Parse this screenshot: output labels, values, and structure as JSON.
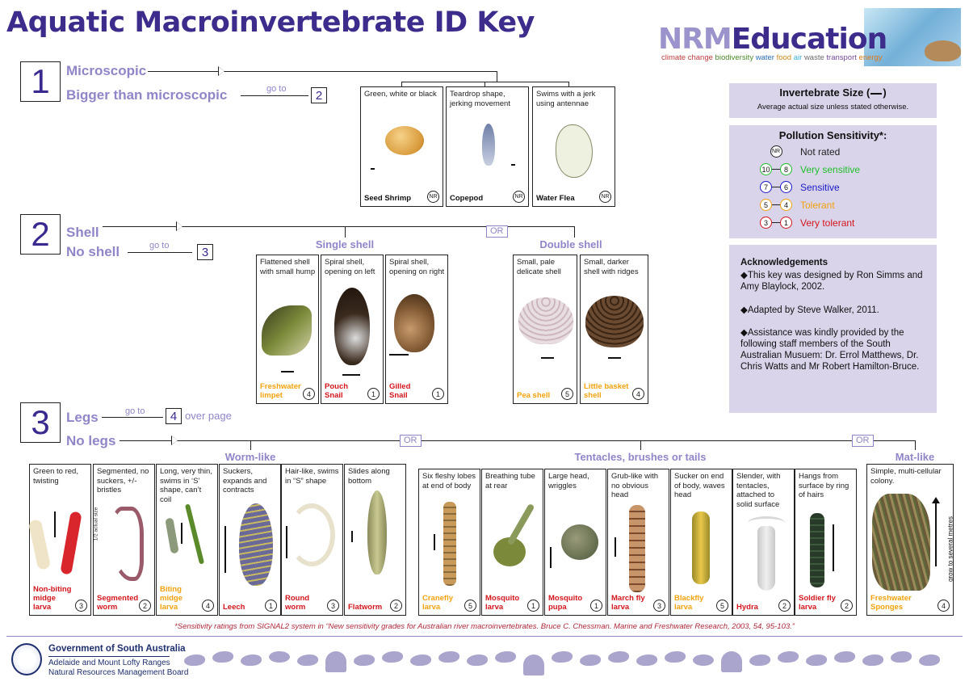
{
  "title": "Aquatic Macroinvertebrate ID Key",
  "brand": {
    "nrm": "NRM",
    "education": "Education",
    "tagline": [
      {
        "text": "climate change",
        "color": "#c23b3b"
      },
      {
        "text": "biodiversity",
        "color": "#4a8a2a"
      },
      {
        "text": "water",
        "color": "#2a6fb8"
      },
      {
        "text": "food",
        "color": "#c98a1a"
      },
      {
        "text": "air",
        "color": "#3aaed8"
      },
      {
        "text": "waste",
        "color": "#6a6a6a"
      },
      {
        "text": "transport",
        "color": "#7a4aa0"
      },
      {
        "text": "energy",
        "color": "#e07a1a"
      }
    ]
  },
  "step1": {
    "num": "1",
    "choice_a": "Microscopic",
    "choice_b": "Bigger than microscopic",
    "goto": "go  to",
    "goto_num": "2",
    "cards": [
      {
        "desc": "Green, white or black",
        "name": "Seed Shrimp",
        "rate": "NR"
      },
      {
        "desc": "Teardrop shape, jerking movement",
        "name": "Copepod",
        "rate": "NR"
      },
      {
        "desc": "Swims with a jerk using antennae",
        "name": "Water Flea",
        "rate": "NR"
      }
    ]
  },
  "step2": {
    "num": "2",
    "choice_a": "Shell",
    "choice_b": "No shell",
    "goto": "go  to",
    "goto_num": "3",
    "or": "OR",
    "single": "Single shell",
    "double": "Double shell",
    "cards": [
      {
        "desc": "Flattened shell with small hump",
        "name": "Freshwater limpet",
        "rate": "4",
        "cls": "c-or"
      },
      {
        "desc": "Spiral shell, opening on left",
        "name": "Pouch Snail",
        "rate": "1",
        "cls": "c-red"
      },
      {
        "desc": "Spiral shell, opening on right",
        "name": "Gilled Snail",
        "rate": "1",
        "cls": "c-red"
      },
      {
        "desc": "Small, pale delicate shell",
        "name": "Pea shell",
        "rate": "5",
        "cls": "c-or"
      },
      {
        "desc": "Small, darker shell with ridges",
        "name": "Little basket shell",
        "rate": "4",
        "cls": "c-or"
      }
    ]
  },
  "step3": {
    "num": "3",
    "choice_a": "Legs",
    "choice_b": "No legs",
    "goto": "go  to",
    "goto_num": "4",
    "over_page": "over page",
    "or": "OR",
    "worm": "Worm-like",
    "tent": "Tentacles, brushes or tails",
    "mat": "Mat-like",
    "half_size": "1/2 actual size",
    "grow": "grow to several metres",
    "cards": [
      {
        "desc": "Green to red, twisting",
        "name": "Non-biting midge larva",
        "rate": "3",
        "cls": "c-red"
      },
      {
        "desc": "Segmented, no suckers, +/- bristles",
        "name": "Segmented worm",
        "rate": "2",
        "cls": "c-red"
      },
      {
        "desc": "Long, very thin, swims in ‘S’ shape, can’t coil",
        "name": "Biting midge larva",
        "rate": "4",
        "cls": "c-or"
      },
      {
        "desc": "Suckers, expands and contracts",
        "name": "Leech",
        "rate": "1",
        "cls": "c-red"
      },
      {
        "desc": "Hair-like, swims in “S” shape",
        "name": "Round worm",
        "rate": "3",
        "cls": "c-red"
      },
      {
        "desc": "Slides along bottom",
        "name": "Flatworm",
        "rate": "2",
        "cls": "c-red"
      },
      {
        "desc": "Six fleshy lobes at end of body",
        "name": "Cranefly larva",
        "rate": "5",
        "cls": "c-or"
      },
      {
        "desc": "Breathing tube at rear",
        "name": "Mosquito larva",
        "rate": "1",
        "cls": "c-red"
      },
      {
        "desc": "Large head, wriggles",
        "name": "Mosquito pupa",
        "rate": "1",
        "cls": "c-red"
      },
      {
        "desc": "Grub-like with no obvious head",
        "name": "March fly larva",
        "rate": "3",
        "cls": "c-red"
      },
      {
        "desc": "Sucker on end of body, waves head",
        "name": "Blackfly larva",
        "rate": "5",
        "cls": "c-or"
      },
      {
        "desc": "Slender, with tentacles, attached to solid surface",
        "name": "Hydra",
        "rate": "2",
        "cls": "c-red"
      },
      {
        "desc": "Hangs from surface by ring of hairs",
        "name": "Soldier fly larva",
        "rate": "2",
        "cls": "c-red"
      },
      {
        "desc": "Simple, multi-cellular colony.",
        "name": "Freshwater Sponges",
        "rate": "4",
        "cls": "c-or"
      }
    ]
  },
  "size_panel": {
    "title": "Invertebrate Size (",
    "title_end": ")",
    "note": "Average actual size unless stated otherwise."
  },
  "pollution": {
    "title": "Pollution Sensitivity*:",
    "rows": [
      {
        "a": "NR",
        "b": "",
        "label": "Not rated",
        "color": "#222"
      },
      {
        "a": "10",
        "b": "8",
        "label": "Very sensitive",
        "color": "#1fbf2a"
      },
      {
        "a": "7",
        "b": "6",
        "label": "Sensitive",
        "color": "#1a1ac8"
      },
      {
        "a": "5",
        "b": "4",
        "label": "Tolerant",
        "color": "#f2a20d"
      },
      {
        "a": "3",
        "b": "1",
        "label": "Very tolerant",
        "color": "#d4161c"
      }
    ]
  },
  "ack": {
    "title": "Acknowledgements",
    "lines": [
      "◆This key was designed by Ron Simms and Amy Blaylock, 2002.",
      "◆Adapted by Steve Walker, 2011.",
      "◆Assistance was kindly provided by the following staff members of the South Australian Musuem: Dr. Errol Matthews, Dr. Chris Watts and Mr Robert Hamilton-Bruce."
    ]
  },
  "footnote": "*Sensitivity ratings from SIGNAL2 system in “New sensitivity grades for Australian river macroinvertebrates.  Bruce C. Chessman.  Marine and Freshwater Research, 2003, 54, 95-103.”",
  "gov": {
    "line1": "Government of South Australia",
    "line2": "Adelaide and Mount Lofty Ranges",
    "line3": "Natural Resources Management Board"
  }
}
